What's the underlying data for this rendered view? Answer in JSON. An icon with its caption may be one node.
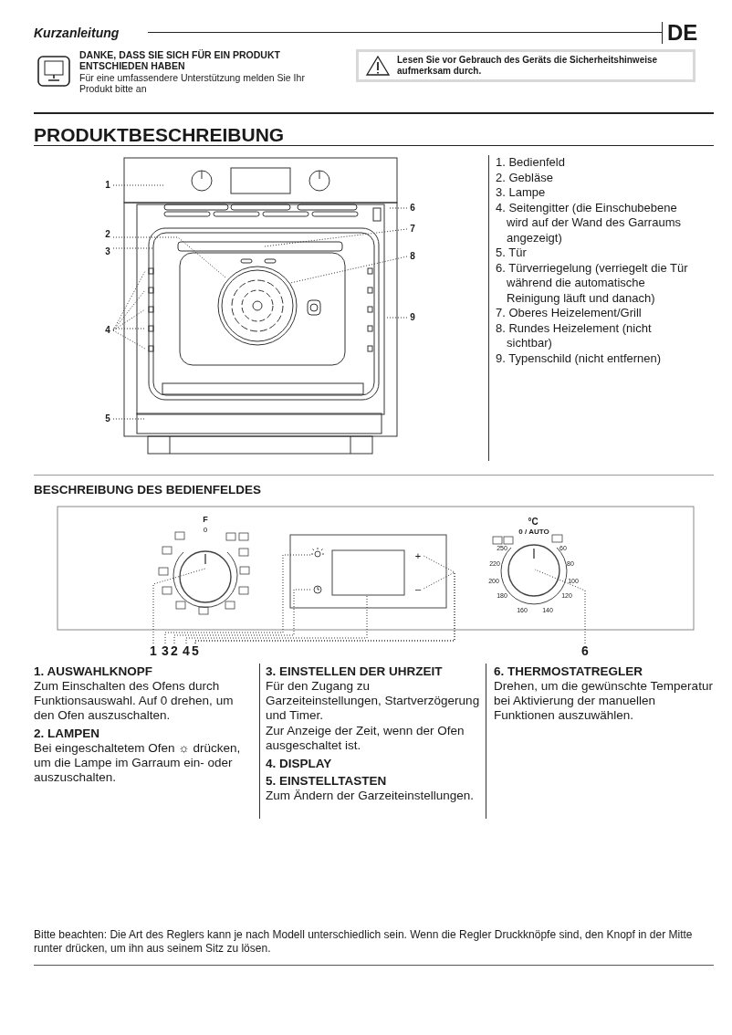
{
  "diagram": {
    "title": "PRODUKTBESCHREIBUNG",
    "nodes": [
      {
        "text": [
          "Lesen Sie vor Gebrauch des Geräts die Sicherheitshinweise aufmerksam durch."
        ]
      },
      {
        "text": [
          "1"
        ]
      },
      {
        "text": [
          "2"
        ]
      },
      {
        "text": [
          "3"
        ]
      },
      {
        "text": [
          "4"
        ]
      },
      {
        "text": [
          "5"
        ]
      },
      {
        "text": [
          "6"
        ]
      },
      {
        "text": [
          "7"
        ]
      },
      {
        "text": [
          "8"
        ]
      },
      {
        "text": [
          "9"
        ]
      },
      {
        "text": [
          "1"
        ]
      },
      {
        "text": [
          "3"
        ]
      },
      {
        "text": [
          "2"
        ]
      },
      {
        "text": [
          "4"
        ]
      },
      {
        "text": [
          "5"
        ]
      },
      {
        "text": [
          "6"
        ]
      },
      {
        "text": [
          "+"
        ]
      },
      {
        "text": [
          "–"
        ]
      }
    ],
    "edges": [
      {
        "from": 1,
        "to": null,
        "arrow": "none"
      },
      {
        "from": 2,
        "to": null,
        "arrow": "none"
      },
      {
        "from": 3,
        "to": null,
        "arrow": "none"
      },
      {
        "from": 4,
        "to": null,
        "arrow": "none"
      },
      {
        "from": 4,
        "to": null,
        "arrow": "none"
      },
      {
        "from": 4,
        "to": null,
        "arrow": "none"
      },
      {
        "from": 4,
        "to": null,
        "arrow": "none"
      },
      {
        "from": 4,
        "to": null,
        "arrow": "none"
      },
      {
        "from": 5,
        "to": null,
        "arrow": "none"
      },
      {
        "from": 6,
        "to": null,
        "arrow": "none"
      },
      {
        "from": 7,
        "to": null,
        "arrow": "none"
      },
      {
        "from": 8,
        "to": null,
        "arrow": "none"
      },
      {
        "from": 9,
        "to": null,
        "arrow": "none"
      },
      {
        "from": 10,
        "to": null,
        "arrow": "none"
      },
      {
        "from": 11,
        "to": null,
        "arrow": "none"
      },
      {
        "from": 12,
        "to": null,
        "arrow": "none"
      },
      {
        "from": 13,
        "to": null,
        "arrow": "none"
      },
      {
        "from": 14,
        "to": 16,
        "arrow": "none"
      },
      {
        "from": 14,
        "to": 17,
        "arrow": "none"
      },
      {
        "from": 15,
        "to": null,
        "arrow": "none"
      }
    ],
    "labels": [
      "Kurzanleitung",
      "DE",
      "DANKE, DASS SIE SICH FÜR EIN PRODUKT ENTSCHIEDEN HABEN",
      "Für eine umfassendere Unterstützung melden Sie Ihr Produkt bitte an",
      "1. Bedienfeld",
      "2. Gebläse",
      "3. Lampe",
      "4. Seitengitter (die Einschubebene wird auf der Wand des Garraums angezeigt)",
      "5. Tür",
      "6. Türverriegelung (verriegelt die Tür während die automatische Reinigung läuft und danach)",
      "7. Oberes Heizelement/Grill",
      "8. Rundes Heizelement (nicht sichtbar)",
      "9. Typenschild (nicht entfernen)",
      "BESCHREIBUNG DES BEDIENFELDES",
      "F",
      "0",
      "°C",
      "0 / AUTO",
      "250",
      "220",
      "200",
      "180",
      "160",
      "140",
      "120",
      "100",
      "80",
      "60",
      "1. AUSWAHLKNOPF",
      "Zum Einschalten des Ofens durch Funktionsauswahl. Auf 0 drehen, um den Ofen auszuschalten.",
      "2. LAMPEN",
      "Bei eingeschaltetem Ofen ☼ drücken, um die Lampe im Garraum ein- oder auszuschalten.",
      "3. EINSTELLEN DER UHRZEIT",
      "Für den Zugang zu Garzeiteinstellungen, Startverzögerung und Timer.",
      "Zur Anzeige der Zeit, wenn der Ofen ausgeschaltet ist.",
      "4. DISPLAY",
      "5. EINSTELLTASTEN",
      "Zum Ändern der Garzeiteinstellungen.",
      "6. THERMOSTATREGLER",
      "Drehen, um die gewünschte Temperatur bei Aktivierung der manuellen Funktionen auszuwählen.",
      "Bitte beachten: Die Art des Reglers kann je nach Modell unterschiedlich sein. Wenn die Regler Druckknöpfe sind, den Knopf in der Mitte runter drücken, um ihn aus seinem Sitz zu lösen."
    ]
  }
}
